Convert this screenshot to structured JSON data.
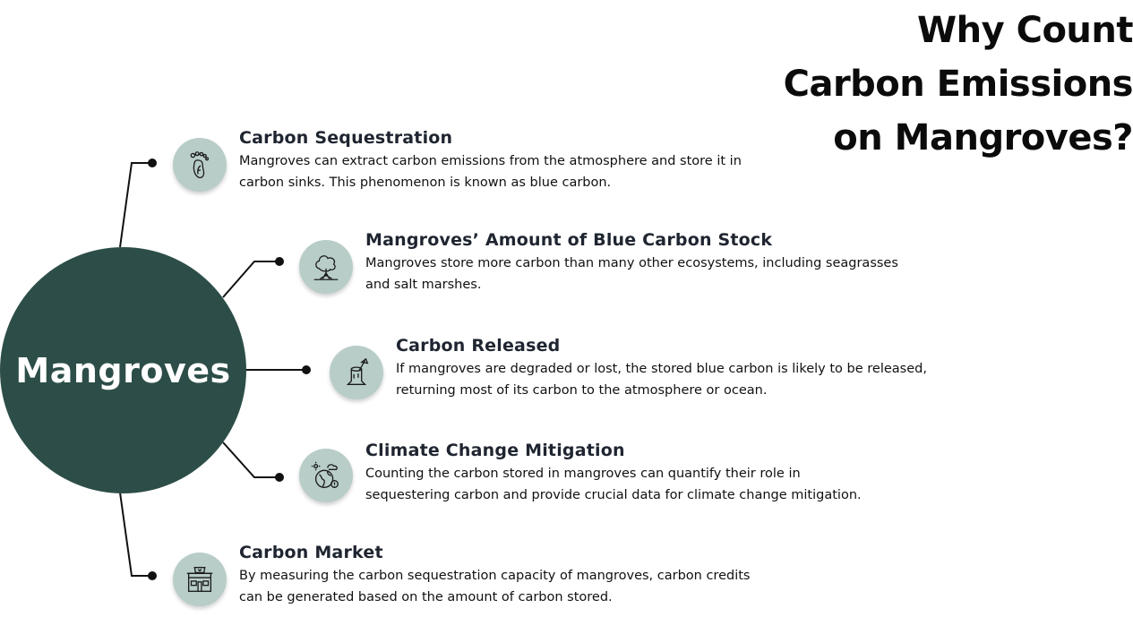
{
  "title": {
    "line1": "Why Count",
    "line2": "Carbon Emissions",
    "line3": "on Mangroves?"
  },
  "hub": {
    "label": "Mangroves"
  },
  "colors": {
    "hub": "#2d4e48",
    "icon_bg": "#b8cdc8",
    "heading": "#1f2530"
  },
  "items": [
    {
      "heading": "Carbon Sequestration",
      "desc": "Mangroves can extract carbon emissions from the atmosphere and store it in carbon sinks. This phenomenon is known as blue carbon.",
      "icon": "footprint-leaf-icon"
    },
    {
      "heading": "Mangroves’ Amount of Blue Carbon Stock",
      "desc": "Mangroves store more carbon than many other ecosystems, including seagrasses and salt marshes.",
      "icon": "mangrove-tree-icon"
    },
    {
      "heading": "Carbon Released",
      "desc": "If mangroves are degraded or lost, the stored blue carbon is likely to be released, returning most of its carbon to the atmosphere or ocean.",
      "icon": "tree-stump-axe-icon"
    },
    {
      "heading": "Climate Change Mitigation",
      "desc": "Counting the carbon stored in mangroves can quantify their role in sequestering carbon and provide crucial data for climate change mitigation.",
      "icon": "globe-climate-icon"
    },
    {
      "heading": "Carbon Market",
      "desc": "By measuring the carbon sequestration capacity of mangroves, carbon credits can be generated based on the amount of carbon stored.",
      "icon": "market-storefront-icon"
    }
  ]
}
